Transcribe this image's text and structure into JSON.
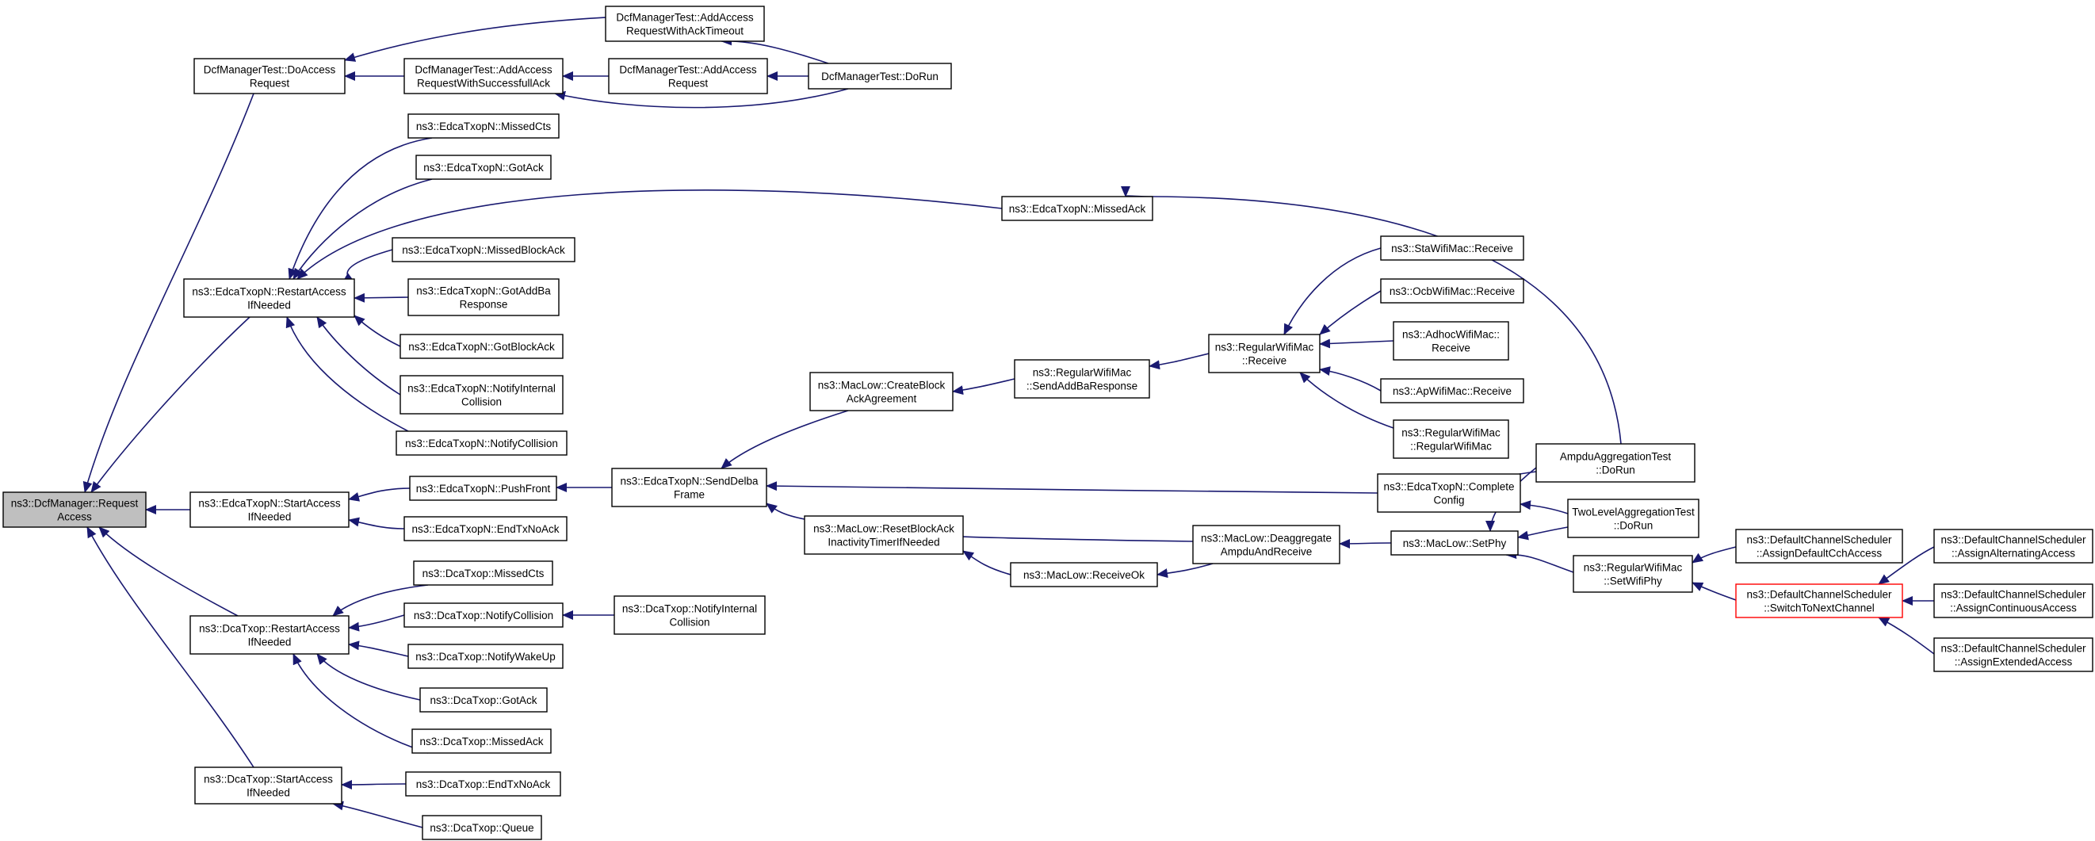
{
  "diagram": {
    "type": "doxygen-caller-graph",
    "edge_color": "#191970",
    "root_fill": "#bfbfbf",
    "highlight_border": "#ff0000",
    "nodes": {
      "n0": [
        "ns3::DcfManager::Request",
        "Access"
      ],
      "n1": [
        "DcfManagerTest::DoAccess",
        "Request"
      ],
      "n2": [
        "DcfManagerTest::AddAccess",
        "RequestWithAckTimeout"
      ],
      "n3": [
        "DcfManagerTest::AddAccess",
        "RequestWithSuccessfullAck"
      ],
      "n4": [
        "DcfManagerTest::AddAccess",
        "Request"
      ],
      "n5": [
        "DcfManagerTest::DoRun"
      ],
      "n6": [
        "ns3::EdcaTxopN::MissedCts"
      ],
      "n7": [
        "ns3::EdcaTxopN::GotAck"
      ],
      "n8": [
        "ns3::EdcaTxopN::MissedAck"
      ],
      "n9": [
        "ns3::EdcaTxopN::RestartAccess",
        "IfNeeded"
      ],
      "n10": [
        "ns3::EdcaTxopN::MissedBlockAck"
      ],
      "n11": [
        "ns3::EdcaTxopN::GotAddBa",
        "Response"
      ],
      "n12": [
        "ns3::EdcaTxopN::GotBlockAck"
      ],
      "n13": [
        "ns3::EdcaTxopN::NotifyInternal",
        "Collision"
      ],
      "n14": [
        "ns3::EdcaTxopN::NotifyCollision"
      ],
      "n15": [
        "ns3::StaWifiMac::Receive"
      ],
      "n16": [
        "ns3::OcbWifiMac::Receive"
      ],
      "n17": [
        "ns3::RegularWifiMac",
        "::Receive"
      ],
      "n18": [
        "ns3::AdhocWifiMac::",
        "Receive"
      ],
      "n19": [
        "ns3::RegularWifiMac",
        "::SendAddBaResponse"
      ],
      "n20": [
        "ns3::MacLow::CreateBlock",
        "AckAgreement"
      ],
      "n21": [
        "ns3::ApWifiMac::Receive"
      ],
      "n22": [
        "ns3::RegularWifiMac",
        "::RegularWifiMac"
      ],
      "n23": [
        "AmpduAggregationTest",
        "::DoRun"
      ],
      "n24": [
        "ns3::EdcaTxopN::StartAccess",
        "IfNeeded"
      ],
      "n25": [
        "ns3::EdcaTxopN::PushFront"
      ],
      "n26": [
        "ns3::EdcaTxopN::SendDelba",
        "Frame"
      ],
      "n27": [
        "ns3::EdcaTxopN::Complete",
        "Config"
      ],
      "n28": [
        "TwoLevelAggregationTest",
        "::DoRun"
      ],
      "n29": [
        "ns3::EdcaTxopN::EndTxNoAck"
      ],
      "n30": [
        "ns3::MacLow::ResetBlockAck",
        "InactivityTimerIfNeeded"
      ],
      "n31": [
        "ns3::MacLow::Deaggregate",
        "AmpduAndReceive"
      ],
      "n32": [
        "ns3::MacLow::SetPhy"
      ],
      "n33": [
        "ns3::DefaultChannelScheduler",
        "::AssignDefaultCchAccess"
      ],
      "n34": [
        "ns3::DefaultChannelScheduler",
        "::AssignAlternatingAccess"
      ],
      "n35": [
        "ns3::RegularWifiMac",
        "::SetWifiPhy"
      ],
      "n36": [
        "ns3::MacLow::ReceiveOk"
      ],
      "n37": [
        "ns3::DefaultChannelScheduler",
        "::SwitchToNextChannel"
      ],
      "n38": [
        "ns3::DefaultChannelScheduler",
        "::AssignContinuousAccess"
      ],
      "n39": [
        "ns3::DcaTxop::MissedCts"
      ],
      "n40": [
        "ns3::DcaTxop::RestartAccess",
        "IfNeeded"
      ],
      "n41": [
        "ns3::DcaTxop::NotifyCollision"
      ],
      "n42": [
        "ns3::DcaTxop::NotifyInternal",
        "Collision"
      ],
      "n43": [
        "ns3::DefaultChannelScheduler",
        "::AssignExtendedAccess"
      ],
      "n44": [
        "ns3::DcaTxop::NotifyWakeUp"
      ],
      "n45": [
        "ns3::DcaTxop::GotAck"
      ],
      "n46": [
        "ns3::DcaTxop::MissedAck"
      ],
      "n47": [
        "ns3::DcaTxop::StartAccess",
        "IfNeeded"
      ],
      "n48": [
        "ns3::DcaTxop::EndTxNoAck"
      ],
      "n49": [
        "ns3::DcaTxop::Queue"
      ]
    },
    "root": "n0",
    "highlighted": [
      "n37"
    ],
    "edges": [
      [
        "n1",
        "n0"
      ],
      [
        "n9",
        "n0"
      ],
      [
        "n24",
        "n0"
      ],
      [
        "n40",
        "n0"
      ],
      [
        "n47",
        "n0"
      ],
      [
        "n2",
        "n1"
      ],
      [
        "n3",
        "n1"
      ],
      [
        "n5",
        "n2"
      ],
      [
        "n4",
        "n3"
      ],
      [
        "n5",
        "n3"
      ],
      [
        "n5",
        "n4"
      ],
      [
        "n6",
        "n9"
      ],
      [
        "n7",
        "n9"
      ],
      [
        "n8",
        "n9"
      ],
      [
        "n10",
        "n9"
      ],
      [
        "n11",
        "n9"
      ],
      [
        "n12",
        "n9"
      ],
      [
        "n13",
        "n9"
      ],
      [
        "n14",
        "n9"
      ],
      [
        "n23",
        "n8"
      ],
      [
        "n25",
        "n24"
      ],
      [
        "n29",
        "n24"
      ],
      [
        "n26",
        "n25"
      ],
      [
        "n20",
        "n26"
      ],
      [
        "n27",
        "n26"
      ],
      [
        "n30",
        "n26"
      ],
      [
        "n19",
        "n20"
      ],
      [
        "n17",
        "n19"
      ],
      [
        "n15",
        "n17"
      ],
      [
        "n16",
        "n17"
      ],
      [
        "n18",
        "n17"
      ],
      [
        "n21",
        "n17"
      ],
      [
        "n22",
        "n17"
      ],
      [
        "n23",
        "n27"
      ],
      [
        "n28",
        "n27"
      ],
      [
        "n31",
        "n30"
      ],
      [
        "n36",
        "n30"
      ],
      [
        "n31",
        "n36"
      ],
      [
        "n32",
        "n31"
      ],
      [
        "n23",
        "n32"
      ],
      [
        "n28",
        "n32"
      ],
      [
        "n35",
        "n32"
      ],
      [
        "n33",
        "n35"
      ],
      [
        "n37",
        "n35"
      ],
      [
        "n34",
        "n37"
      ],
      [
        "n38",
        "n37"
      ],
      [
        "n43",
        "n37"
      ],
      [
        "n39",
        "n40"
      ],
      [
        "n41",
        "n40"
      ],
      [
        "n44",
        "n40"
      ],
      [
        "n45",
        "n40"
      ],
      [
        "n46",
        "n40"
      ],
      [
        "n42",
        "n41"
      ],
      [
        "n48",
        "n47"
      ],
      [
        "n49",
        "n47"
      ]
    ]
  }
}
